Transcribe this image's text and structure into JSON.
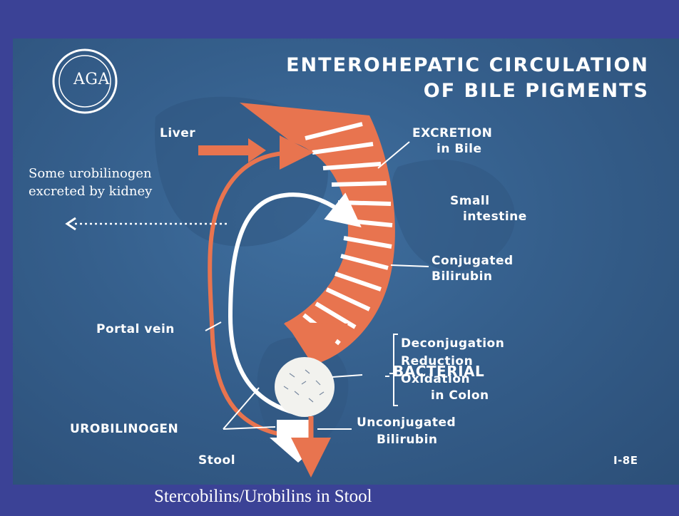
{
  "title_line1": "ENTEROHEPATIC CIRCULATION",
  "title_line2": "OF BILE PIGMENTS",
  "logo_text": "AGA",
  "labels": {
    "liver": "Liver",
    "excretion_1": "EXCRETION",
    "excretion_2": "in Bile",
    "small_intestine_1": "Small",
    "small_intestine_2": "intestine",
    "conjugated_1": "Conjugated",
    "conjugated_2": "Bilirubin",
    "portal_vein": "Portal vein",
    "bacterial": "BACTERIAL",
    "deconjugation": "Deconjugation",
    "reduction": "Reduction",
    "oxidation_1": "Oxidation",
    "oxidation_2": "in Colon",
    "urobilinogen": "UROBILINOGEN",
    "unconjugated_1": "Unconjugated",
    "unconjugated_2": "Bilirubin",
    "stool": "Stool",
    "slide_code": "I-8E"
  },
  "overlay_note_1": "Some urobilinogen",
  "overlay_note_2": "excreted by kidney",
  "caption": "Stercobilins/Urobilins in Stool",
  "colors": {
    "background": "#3b4296",
    "photo": "#355f8c",
    "bile_orange": "#e8744f",
    "white": "#ffffff"
  }
}
